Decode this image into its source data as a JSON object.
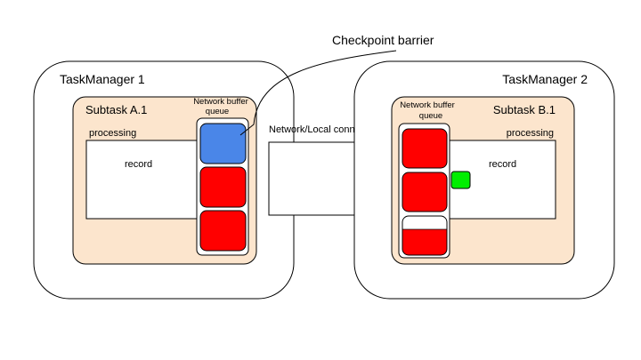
{
  "checkpoint_barrier_label": "Checkpoint barrier",
  "connection_label": "Network/Local connection",
  "task_managers": [
    {
      "title": "TaskManager 1",
      "subtask": {
        "title": "Subtask A.1",
        "processing_label": "processing",
        "record_label": "record",
        "queue_label_line1": "Network buffer",
        "queue_label_line2": "queue"
      }
    },
    {
      "title": "TaskManager 2",
      "subtask": {
        "title": "Subtask B.1",
        "processing_label": "processing",
        "record_label": "record",
        "queue_label_line1": "Network buffer",
        "queue_label_line2": "queue"
      }
    }
  ],
  "colors": {
    "buffer_full": "#ff0000",
    "barrier": "#4a86e8",
    "record_marker": "#00ee00",
    "subtask_fill": "#fce5cd"
  }
}
